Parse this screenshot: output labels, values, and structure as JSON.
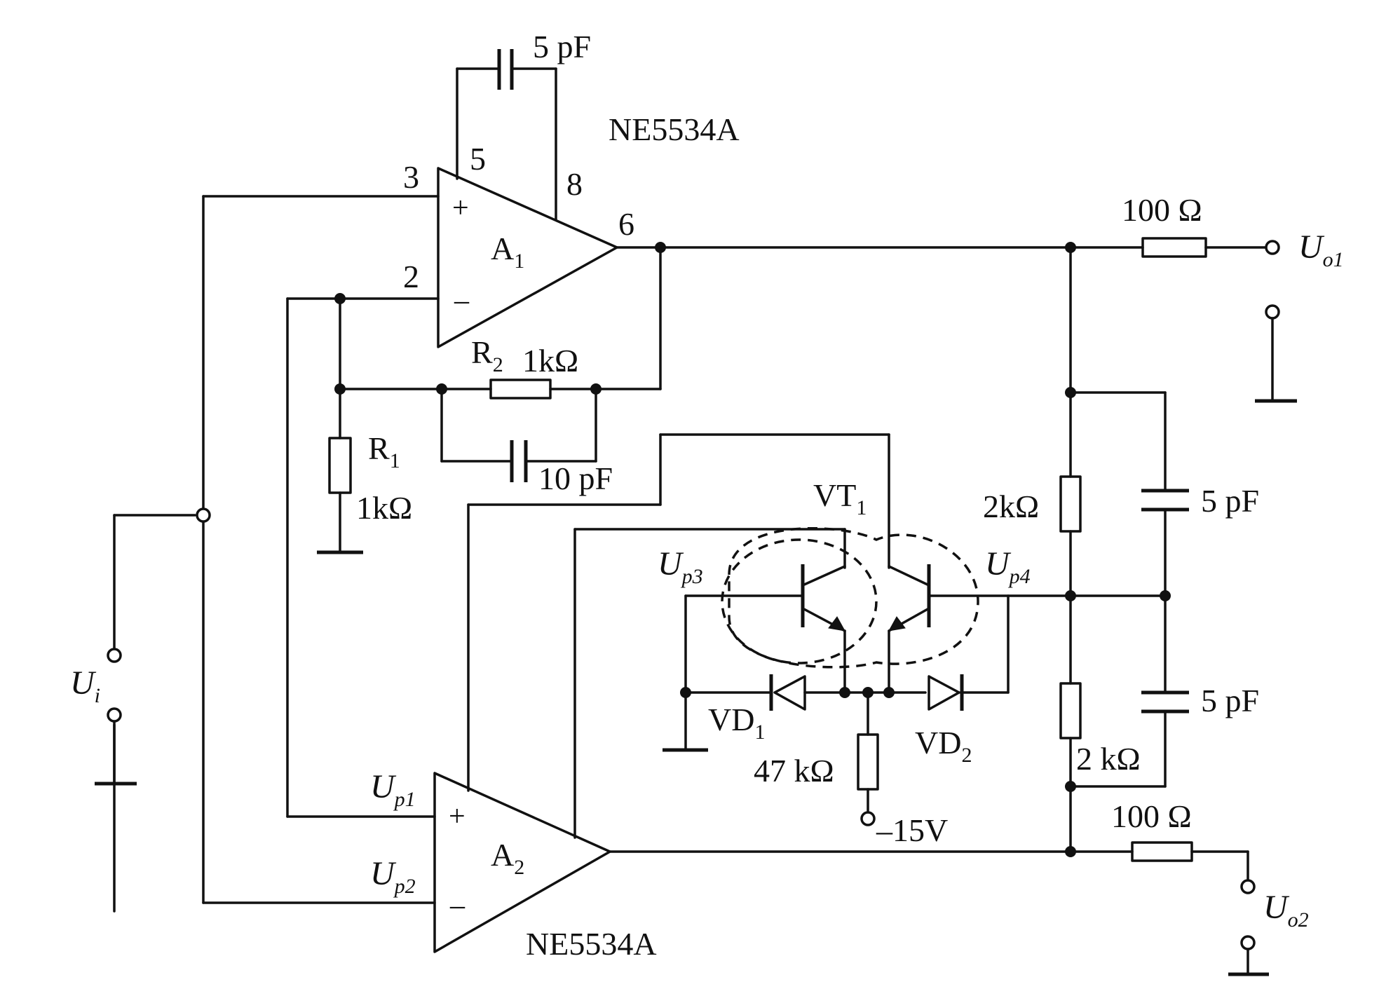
{
  "chips": {
    "a1_part": "NE5534A",
    "a2_part": "NE5534A"
  },
  "a1": {
    "name": "A",
    "sub": "1",
    "pin3": "3",
    "pin2": "2",
    "pin5": "5",
    "pin8": "8",
    "pin6": "6",
    "plus": "+",
    "minus": "–"
  },
  "a2": {
    "name": "A",
    "sub": "2",
    "plus": "+",
    "minus": "–"
  },
  "caps": {
    "c_comp": "5 pF",
    "c_fb": "10 pF",
    "c_top": "5 pF",
    "c_bot": "5 pF"
  },
  "resistors": {
    "r1_name": "R",
    "r1_sub": "1",
    "r1_value": "1kΩ",
    "r2_name": "R",
    "r2_sub": "2",
    "r2_value": "1kΩ",
    "r_div_top": "2kΩ",
    "r_div_bot": "2 kΩ",
    "r_out1": "100 Ω",
    "r_out2": "100 Ω",
    "r_bias": "47 kΩ"
  },
  "semis": {
    "vt_name": "VT",
    "vt_sub": "1",
    "vd1_name": "VD",
    "vd1_sub": "1",
    "vd2_name": "VD",
    "vd2_sub": "2"
  },
  "supply": "–15V",
  "nodes": {
    "ui": "U",
    "ui_sub": "i",
    "uo1": "U",
    "uo1_sub": "o1",
    "uo2": "U",
    "uo2_sub": "o2",
    "up1": "U",
    "up1_sub": "p1",
    "up2": "U",
    "up2_sub": "p2",
    "up3": "U",
    "up3_sub": "p3",
    "up4": "U",
    "up4_sub": "p4"
  }
}
